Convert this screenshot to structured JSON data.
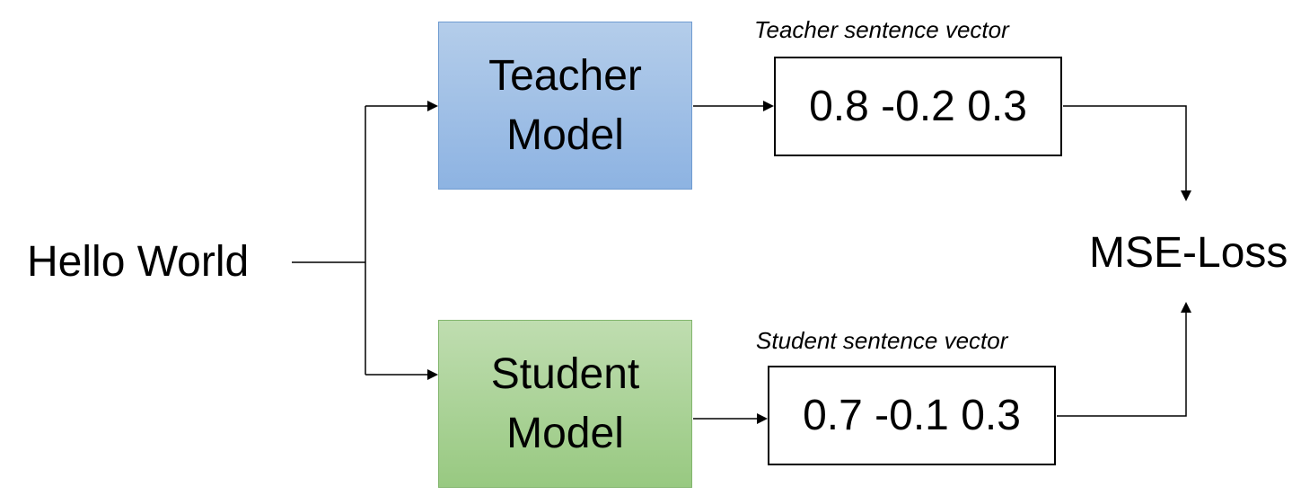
{
  "input": {
    "text": "Hello World"
  },
  "teacher": {
    "model_line1": "Teacher",
    "model_line2": "Model",
    "vector_caption": "Teacher sentence vector",
    "vector_values": "0.8 -0.2 0.3"
  },
  "student": {
    "model_line1": "Student",
    "model_line2": "Model",
    "vector_caption": "Student sentence vector",
    "vector_values": "0.7 -0.1 0.3"
  },
  "loss": {
    "text": "MSE-Loss"
  },
  "colors": {
    "teacher_fill_top": "#b4cdea",
    "teacher_fill_bottom": "#8db3e2",
    "student_fill_top": "#bfddb0",
    "student_fill_bottom": "#98c981",
    "line": "#000000"
  }
}
